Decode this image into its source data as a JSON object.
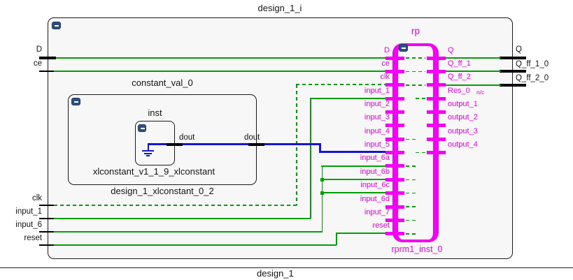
{
  "diagram": {
    "outer_title": "design_1_i",
    "bottom_title": "design_1"
  },
  "left_ports": [
    {
      "name": "D"
    },
    {
      "name": "ce"
    },
    {
      "name": "clk"
    },
    {
      "name": "input_1"
    },
    {
      "name": "input_6"
    },
    {
      "name": "reset"
    }
  ],
  "right_ports": [
    {
      "name": "Q"
    },
    {
      "name": "Q_ff_1_0"
    },
    {
      "name": "Q_ff_2_0"
    }
  ],
  "xlconstant": {
    "container_title": "constant_val_0",
    "container_subtitle": "design_1_xlconstant_0_2",
    "inner_title": "inst",
    "inner_label": "xlconstant_v1_1_9_xlconstant",
    "pin_out": "dout",
    "wire_label": "dout"
  },
  "rp": {
    "title": "rp",
    "subtitle": "rprm1_inst_0",
    "left_pins": [
      "D",
      "ce",
      "clk",
      "input_1",
      "input_2",
      "input_3",
      "input_4",
      "input_5",
      "input_6a",
      "input_6b",
      "input_6c",
      "input_6d",
      "input_7",
      "reset"
    ],
    "left_pin_dash": [
      "full",
      "full",
      "full",
      "none",
      "none",
      "none",
      "short",
      "none",
      "short",
      "short",
      "short",
      "short",
      "short",
      "short"
    ],
    "right_pins": [
      "Q",
      "Q_ff_1",
      "Q_ff_2",
      "Res_0",
      "output_1",
      "output_2",
      "output_3",
      "output_4"
    ],
    "right_pin_dash_indices": [
      3,
      7
    ],
    "res0_note": "n/c"
  },
  "colors": {
    "wire_green": "#00A005",
    "block_magenta": "#F303F3",
    "net_blue": "#1616D0",
    "collapse_icon_blue": "#2E4E7E",
    "cell_fill": "#F7F7F7"
  }
}
